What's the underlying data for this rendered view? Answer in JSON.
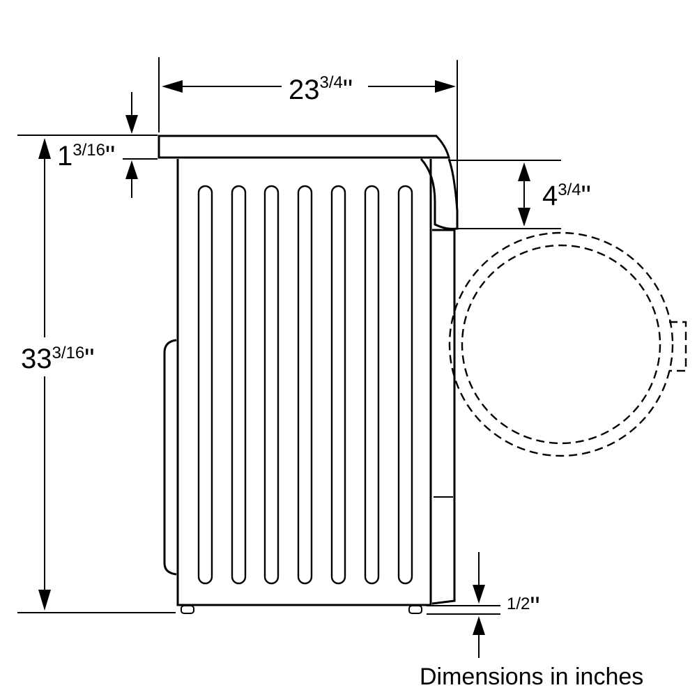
{
  "dimensions": {
    "width": {
      "whole": "23",
      "frac": "3/4",
      "unit": "\""
    },
    "top_thickness": {
      "whole": "1",
      "frac": "3/16",
      "unit": "\""
    },
    "height": {
      "whole": "33",
      "frac": "3/16",
      "unit": "\""
    },
    "door_offset": {
      "whole": "4",
      "frac": "3/4",
      "unit": "\""
    },
    "foot_height": {
      "whole": "",
      "frac": "1/2",
      "unit": "\""
    }
  },
  "caption": "Dimensions in inches",
  "colors": {
    "line": "#000000",
    "background": "#ffffff"
  }
}
